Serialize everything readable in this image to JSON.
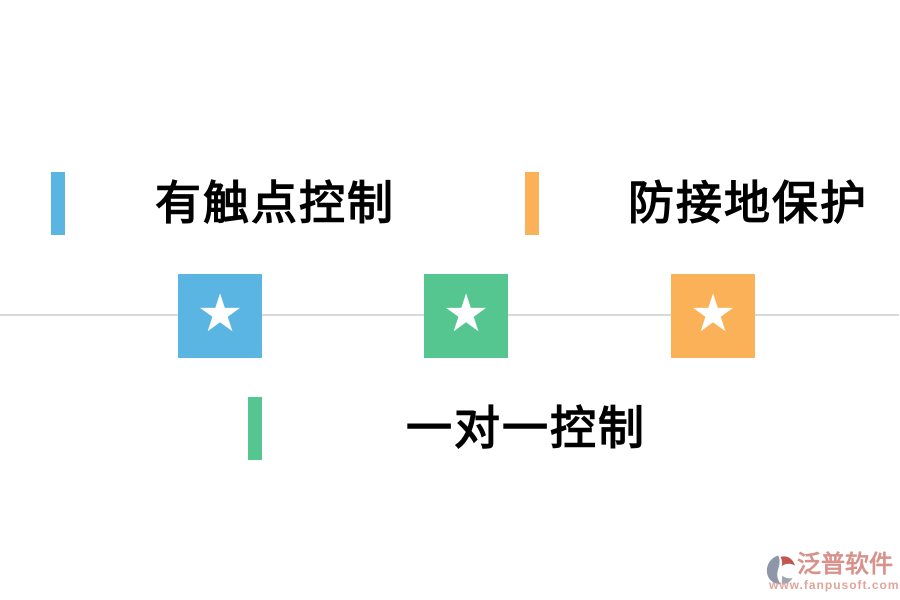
{
  "page": {
    "background_color": "#ffffff",
    "divider_color": "#d9d9d9"
  },
  "icons": {
    "star_glyph": "★"
  },
  "features": [
    {
      "id": "blue-star",
      "color": "#5bb5e3",
      "icon": "star-icon"
    },
    {
      "id": "green-star",
      "color": "#55c690",
      "icon": "star-icon"
    },
    {
      "id": "orange-star",
      "color": "#fbb157",
      "icon": "star-icon"
    }
  ],
  "labels": [
    {
      "text": "有触点控制",
      "accent_color": "#5bb5e3",
      "position": "top-left"
    },
    {
      "text": "防接地保护",
      "accent_color": "#fbb157",
      "position": "top-right"
    },
    {
      "text": "一对一控制",
      "accent_color": "#55c690",
      "position": "bottom-center"
    }
  ],
  "logo": {
    "name": "泛普软件",
    "url": "www.fanpusoft.com",
    "name_color": "#d8928c",
    "url_color": "#e0a49d",
    "mark_gray": "#8d97a8",
    "mark_red": "#c2554d"
  }
}
